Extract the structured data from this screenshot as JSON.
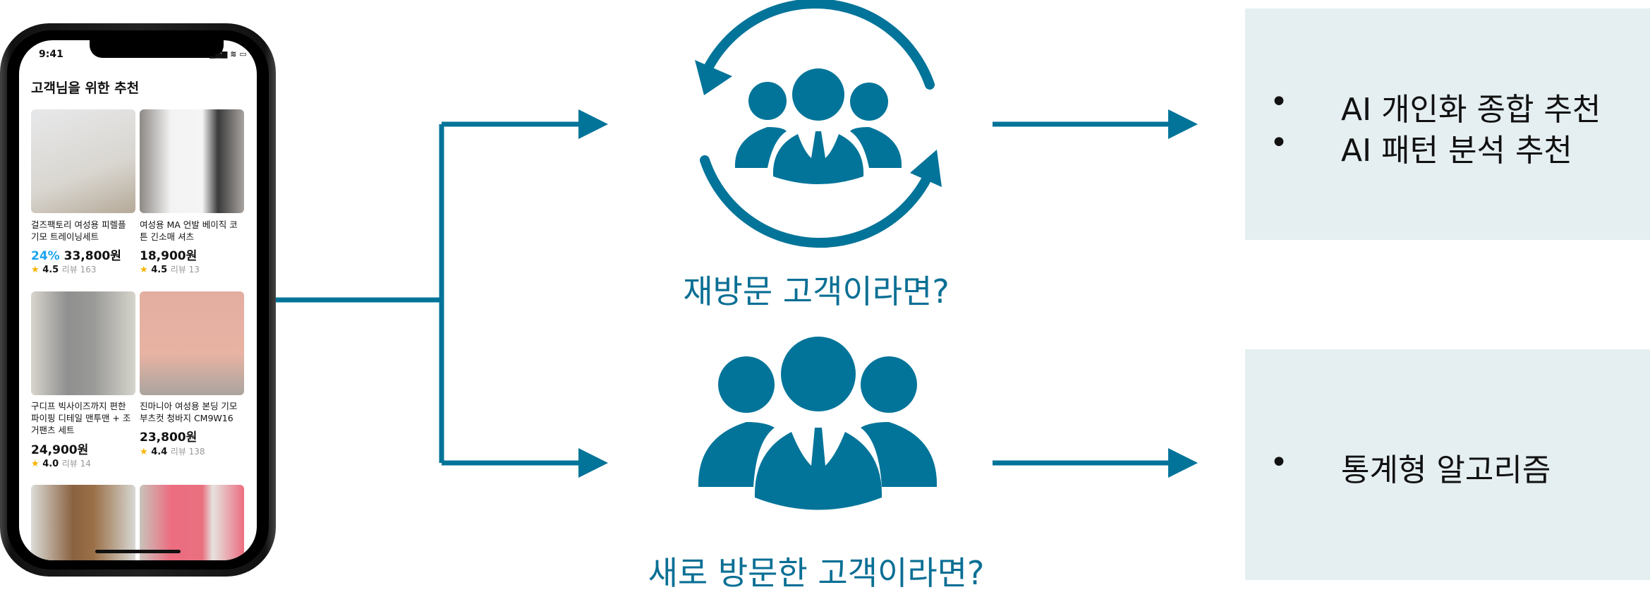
{
  "colors": {
    "accent": "#037499",
    "box_bg": "#e5eef1",
    "discount": "#1aa3f0",
    "star": "#f7b500"
  },
  "phone": {
    "status_time": "9:41",
    "title": "고객님을 위한 추천",
    "products": [
      {
        "name": "걸즈팩토리 여성용 피렐플 기모 트레이닝세트",
        "discount": "24%",
        "price": "33,800원",
        "rating": "4.5",
        "reviews": "리뷰 163"
      },
      {
        "name": "여성용 MA 언발 베이직 코튼 긴소매 셔츠",
        "discount": "",
        "price": "18,900원",
        "rating": "4.5",
        "reviews": "리뷰 13"
      },
      {
        "name": "구디프 빅사이즈까지 편한 파이핑 디테일 맨투맨 + 조거팬츠 세트",
        "discount": "",
        "price": "24,900원",
        "rating": "4.0",
        "reviews": "리뷰 14"
      },
      {
        "name": "진마니아 여성용 본딩 기모 부츠컷 청바지 CM9W16",
        "discount": "",
        "price": "23,800원",
        "rating": "4.4",
        "reviews": "리뷰 138"
      }
    ]
  },
  "returning": {
    "label": "재방문 고객이라면?",
    "bullets": [
      "AI 개인화 종합 추천",
      "AI 패턴 분석 추천"
    ]
  },
  "new_visitor": {
    "label": "새로 방문한 고객이라면?",
    "bullets": [
      "통계형 알고리즘"
    ]
  },
  "bullet_char": "•"
}
